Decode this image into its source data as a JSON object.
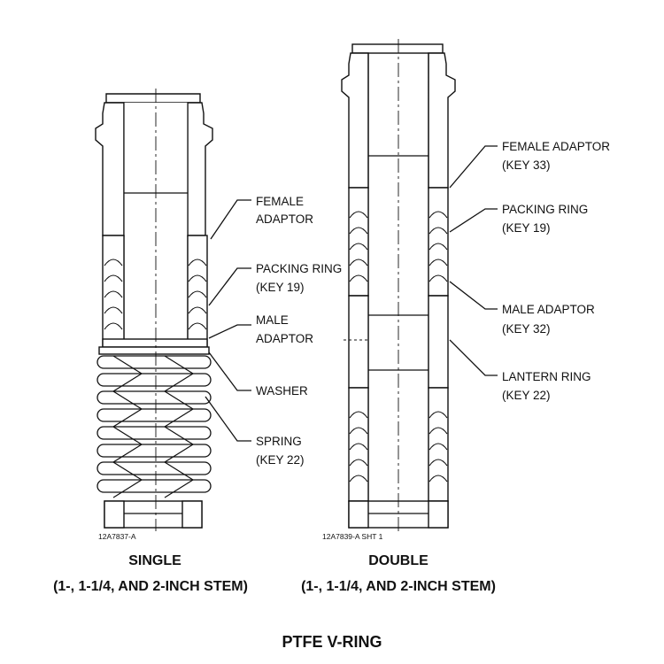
{
  "single": {
    "labels": {
      "female_adaptor_1": "FEMALE",
      "female_adaptor_2": "ADAPTOR",
      "packing_ring_1": "PACKING RING",
      "packing_ring_2": "(KEY 19)",
      "male_adaptor_1": "MALE",
      "male_adaptor_2": "ADAPTOR",
      "washer": "WASHER",
      "spring_1": "SPRING",
      "spring_2": "(KEY 22)"
    },
    "drawing_number": "12A7837-A",
    "caption_1": "SINGLE",
    "caption_2": "(1-, 1-1/4, AND 2-INCH STEM)"
  },
  "double": {
    "labels": {
      "female_adaptor_1": "FEMALE ADAPTOR",
      "female_adaptor_2": "(KEY 33)",
      "packing_ring_1": "PACKING RING",
      "packing_ring_2": "(KEY 19)",
      "male_adaptor_1": "MALE ADAPTOR",
      "male_adaptor_2": "(KEY 32)",
      "lantern_ring_1": "LANTERN RING",
      "lantern_ring_2": "(KEY 22)"
    },
    "drawing_number": "12A7839-A SHT 1",
    "caption_1": "DOUBLE",
    "caption_2": "(1-, 1-1/4, AND 2-INCH STEM)"
  },
  "title": "PTFE V-RING"
}
